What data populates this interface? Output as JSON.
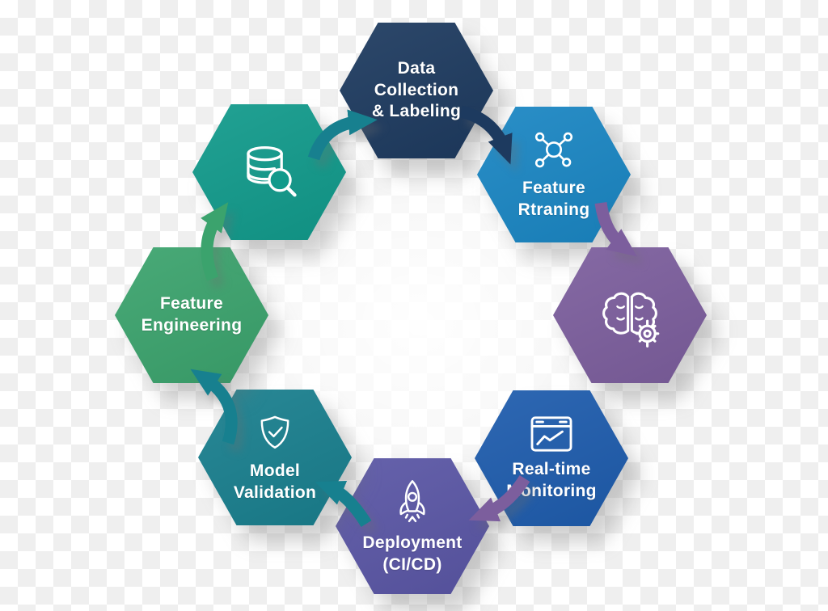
{
  "diagram": {
    "name": "ML lifecycle hexagon cycle",
    "background": {
      "checker_light": "#ffffff",
      "checker_dark": "#efefef"
    },
    "arrow_colors": {
      "teal": "#17808f",
      "navy": "#1d3a5f",
      "purple": "#7c5e9d",
      "green": "#3ba36d"
    },
    "nodes": [
      {
        "id": "data-collection-labeling",
        "label": "Data\nCollection\n& Labeling",
        "color": "#1d3a5f",
        "icon": ""
      },
      {
        "id": "feature-retraining",
        "label": "Feature\nRtraning",
        "color": "#1a86c3",
        "icon": "network-hub-icon"
      },
      {
        "id": "model-training",
        "label": "",
        "color": "#7c5e9d",
        "icon": "brain-gear-icon"
      },
      {
        "id": "realtime-monitoring",
        "label": "Real-time\nMonitoring",
        "color": "#1e5cad",
        "icon": "dashboard-chart-icon"
      },
      {
        "id": "deployment-cicd",
        "label": "Deployment\n(CI/CD)",
        "color": "#5a56a5",
        "icon": "rocket-icon"
      },
      {
        "id": "model-validation",
        "label": "Model\nValidation",
        "color": "#197f8e",
        "icon": "shield-check-icon"
      },
      {
        "id": "feature-engineering",
        "label": "Feature\nEngineering",
        "color": "#3ba36d",
        "icon": ""
      },
      {
        "id": "data-exploration",
        "label": "",
        "color": "#119a8b",
        "icon": "database-search-icon"
      }
    ],
    "arrows": [
      {
        "from": "data-exploration",
        "to": "data-collection-labeling",
        "color_ref": "teal"
      },
      {
        "from": "data-collection-labeling",
        "to": "feature-retraining",
        "color_ref": "navy"
      },
      {
        "from": "feature-retraining",
        "to": "model-training",
        "color_ref": "purple"
      },
      {
        "from": "realtime-monitoring",
        "to": "deployment-cicd",
        "color_ref": "purple"
      },
      {
        "from": "deployment-cicd",
        "to": "model-validation",
        "color_ref": "teal"
      },
      {
        "from": "model-validation",
        "to": "feature-engineering",
        "color_ref": "teal"
      },
      {
        "from": "feature-engineering",
        "to": "data-exploration",
        "color_ref": "green"
      }
    ]
  }
}
